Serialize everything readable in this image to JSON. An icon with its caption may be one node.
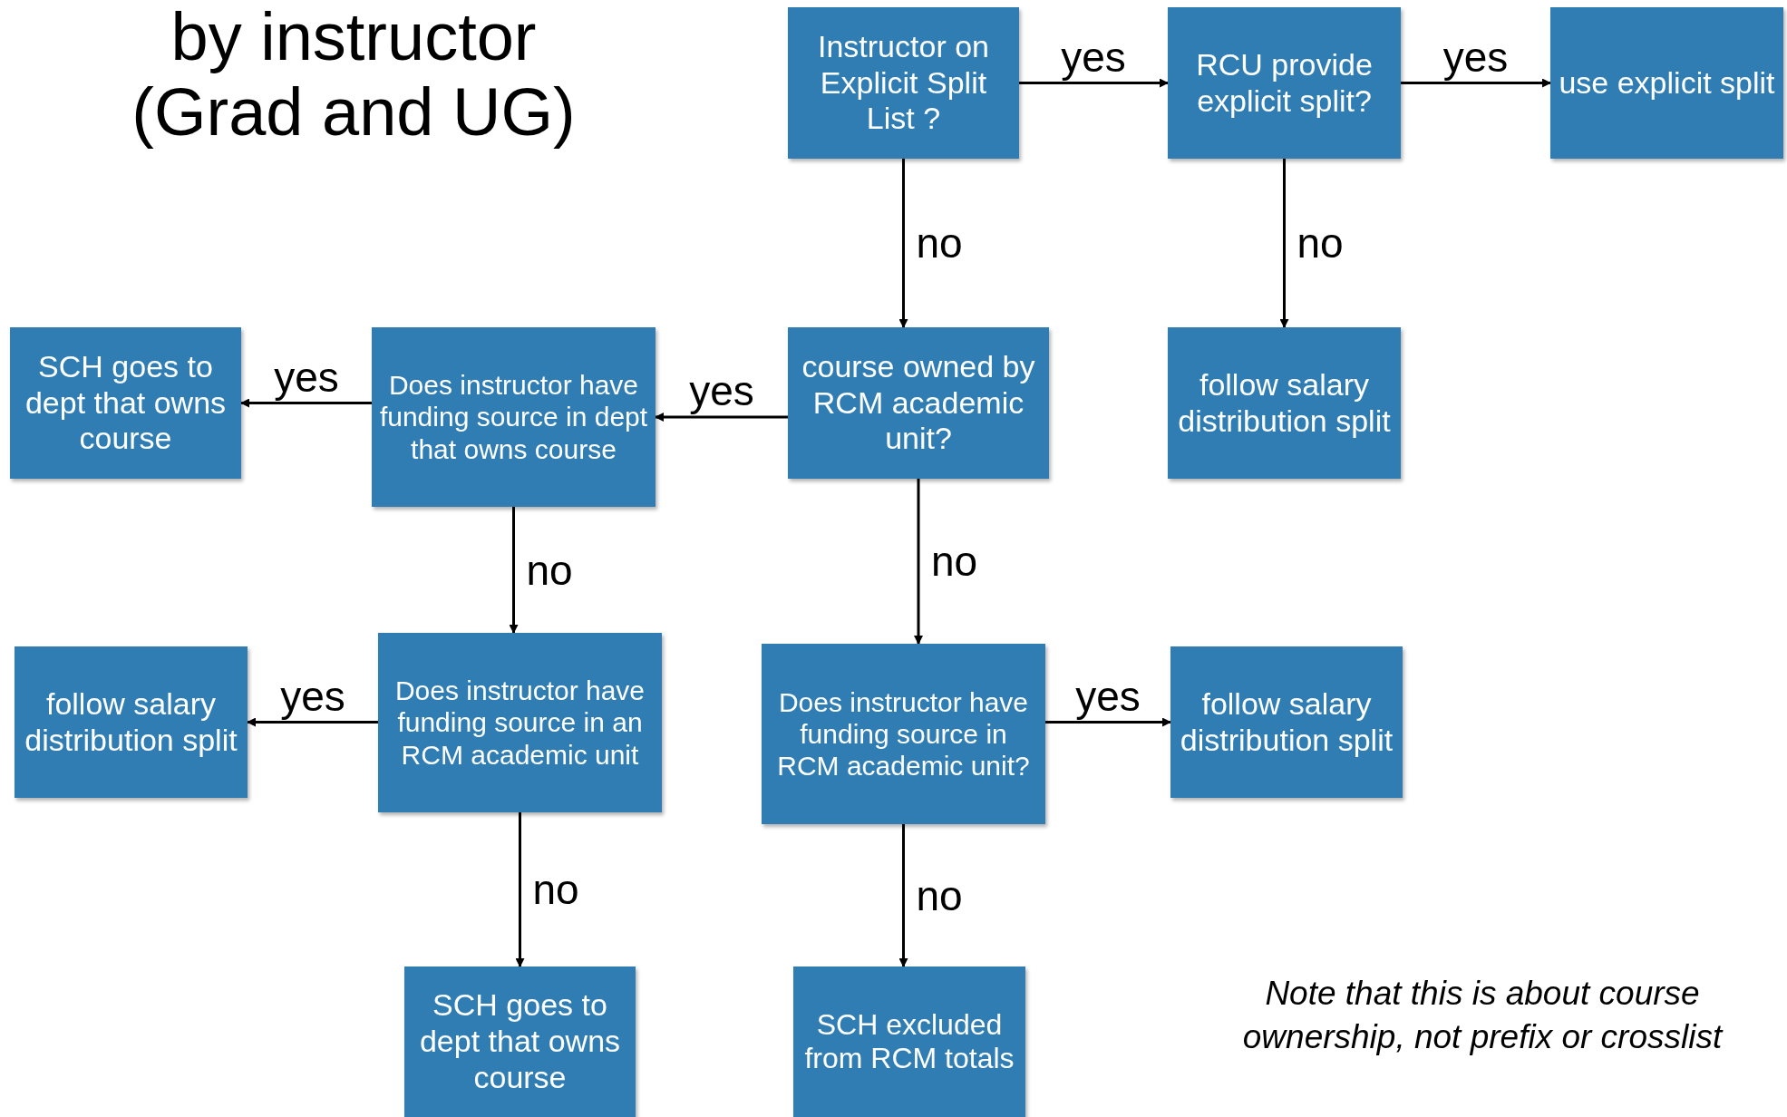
{
  "diagram": {
    "title": "by instructor (Grad and UG)",
    "nodes": [
      {
        "text": [
          "Instructor on Explicit Split List ?"
        ]
      },
      {
        "text": [
          "RCU provide explicit split?"
        ]
      },
      {
        "text": [
          "use explicit split"
        ]
      },
      {
        "text": [
          "SCH goes to dept that owns course"
        ]
      },
      {
        "text": [
          "Does instructor have funding source in dept that owns course"
        ]
      },
      {
        "text": [
          "course owned by RCM academic unit?"
        ]
      },
      {
        "text": [
          "follow salary distribution split"
        ]
      },
      {
        "text": [
          "follow salary distribution split"
        ]
      },
      {
        "text": [
          "Does instructor have funding source in an RCM academic unit"
        ]
      },
      {
        "text": [
          "Does instructor have funding source in RCM academic unit?"
        ]
      },
      {
        "text": [
          "follow salary distribution split"
        ]
      },
      {
        "text": [
          "SCH goes to dept that owns course"
        ]
      },
      {
        "text": [
          "SCH excluded from RCM totals"
        ]
      }
    ],
    "edges": [
      {
        "from": 0,
        "to": 1,
        "arrow": "to",
        "label": "yes"
      },
      {
        "from": 1,
        "to": 2,
        "arrow": "to",
        "label": "yes"
      },
      {
        "from": 0,
        "to": 5,
        "arrow": "to",
        "label": "no"
      },
      {
        "from": 1,
        "to": 6,
        "arrow": "to",
        "label": "no"
      },
      {
        "from": 5,
        "to": 4,
        "arrow": "to",
        "label": "yes"
      },
      {
        "from": 4,
        "to": 3,
        "arrow": "to",
        "label": "yes"
      },
      {
        "from": 4,
        "to": 8,
        "arrow": "to",
        "label": "no"
      },
      {
        "from": 5,
        "to": 9,
        "arrow": "to",
        "label": "no"
      },
      {
        "from": 8,
        "to": 7,
        "arrow": "to",
        "label": "yes"
      },
      {
        "from": 9,
        "to": 10,
        "arrow": "to",
        "label": "yes"
      },
      {
        "from": 8,
        "to": 11,
        "arrow": "to",
        "label": "no"
      },
      {
        "from": 9,
        "to": 12,
        "arrow": "to",
        "label": "no"
      }
    ],
    "labels": [
      "Note that this is about course ownership, not prefix or crosslist"
    ]
  }
}
